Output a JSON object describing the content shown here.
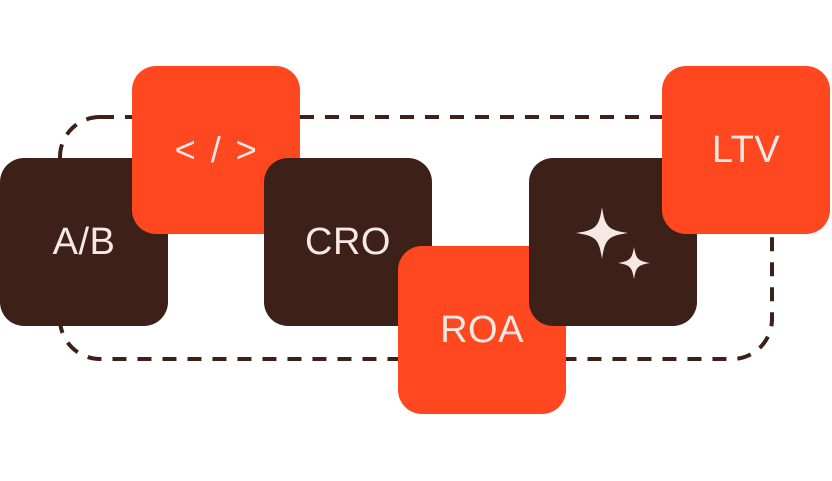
{
  "tiles": {
    "ab": {
      "label": "A/B",
      "color": "#3d2118"
    },
    "code": {
      "label": "< / >",
      "color": "#ff4720"
    },
    "cro": {
      "label": "CRO",
      "color": "#3d2118"
    },
    "roa": {
      "label": "ROA",
      "color": "#ff4720"
    },
    "sparkle": {
      "icon": "sparkle-icon",
      "color": "#3d2118"
    },
    "ltv": {
      "label": "LTV",
      "color": "#ff4720"
    }
  },
  "colors": {
    "dark": "#3d2118",
    "accent": "#ff4720",
    "label": "#f6e9e5",
    "dashed_border": "#3d2118"
  }
}
